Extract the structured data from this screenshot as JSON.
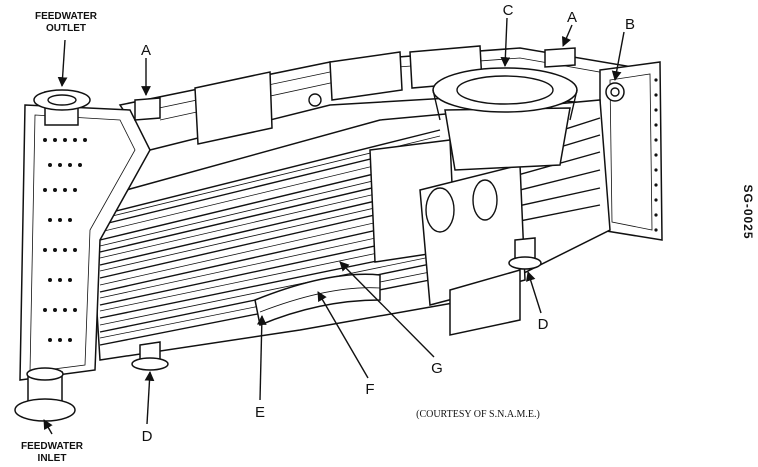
{
  "figure": {
    "drawing_id": "SG-0025",
    "credit": "(COURTESY OF S.N.A.M.E.)",
    "callouts": [
      {
        "id": "feedwater-outlet",
        "lines": [
          "FEEDWATER",
          "OUTLET"
        ]
      },
      {
        "id": "feedwater-inlet",
        "lines": [
          "FEEDWATER",
          "INLET"
        ]
      },
      {
        "id": "a-left",
        "letter": "A"
      },
      {
        "id": "a-right",
        "letter": "A"
      },
      {
        "id": "b",
        "letter": "B"
      },
      {
        "id": "c",
        "letter": "C"
      },
      {
        "id": "d-left",
        "letter": "D"
      },
      {
        "id": "d-right",
        "letter": "D"
      },
      {
        "id": "e",
        "letter": "E"
      },
      {
        "id": "f",
        "letter": "F"
      },
      {
        "id": "g",
        "letter": "G"
      }
    ]
  }
}
